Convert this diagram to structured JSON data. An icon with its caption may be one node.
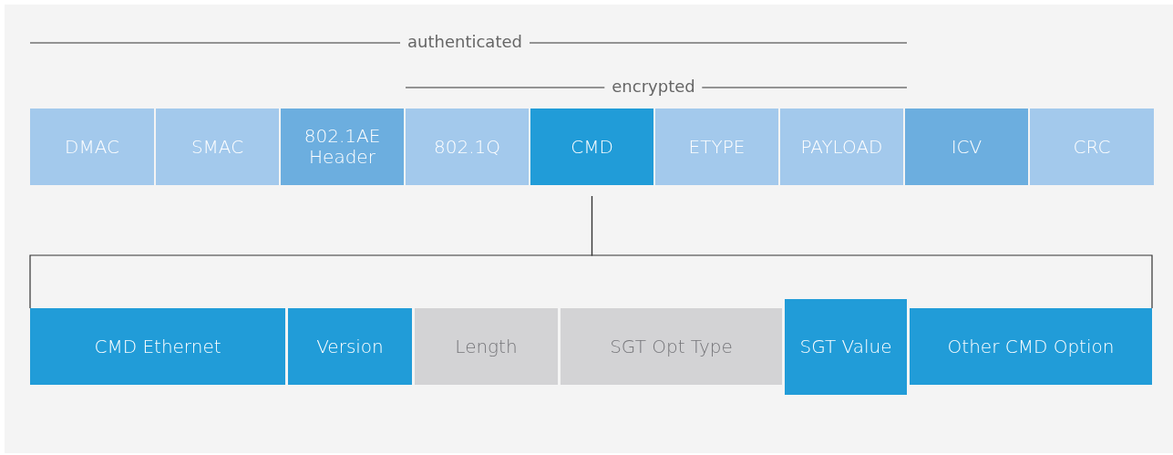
{
  "diagram": {
    "nodes": [
      {
        "text": [
          "DMAC"
        ]
      },
      {
        "text": [
          "SMAC"
        ]
      },
      {
        "text": [
          "802.1AE Header"
        ]
      },
      {
        "text": [
          "802.1Q"
        ]
      },
      {
        "text": [
          "CMD"
        ]
      },
      {
        "text": [
          "ETYPE"
        ]
      },
      {
        "text": [
          "PAYLOAD"
        ]
      },
      {
        "text": [
          "ICV"
        ]
      },
      {
        "text": [
          "CRC"
        ]
      },
      {
        "text": [
          "CMD Ethernet"
        ]
      },
      {
        "text": [
          "Version"
        ]
      },
      {
        "text": [
          "Length"
        ]
      },
      {
        "text": [
          "SGT Opt Type"
        ]
      },
      {
        "text": [
          "SGT Value"
        ]
      },
      {
        "text": [
          "Other CMD Option"
        ]
      }
    ],
    "edges": [
      {
        "from": 4,
        "to": 9,
        "arrow": "none"
      },
      {
        "from": 4,
        "to": 14,
        "arrow": "none"
      }
    ],
    "labels": [
      "authenticated",
      "encrypted"
    ]
  }
}
